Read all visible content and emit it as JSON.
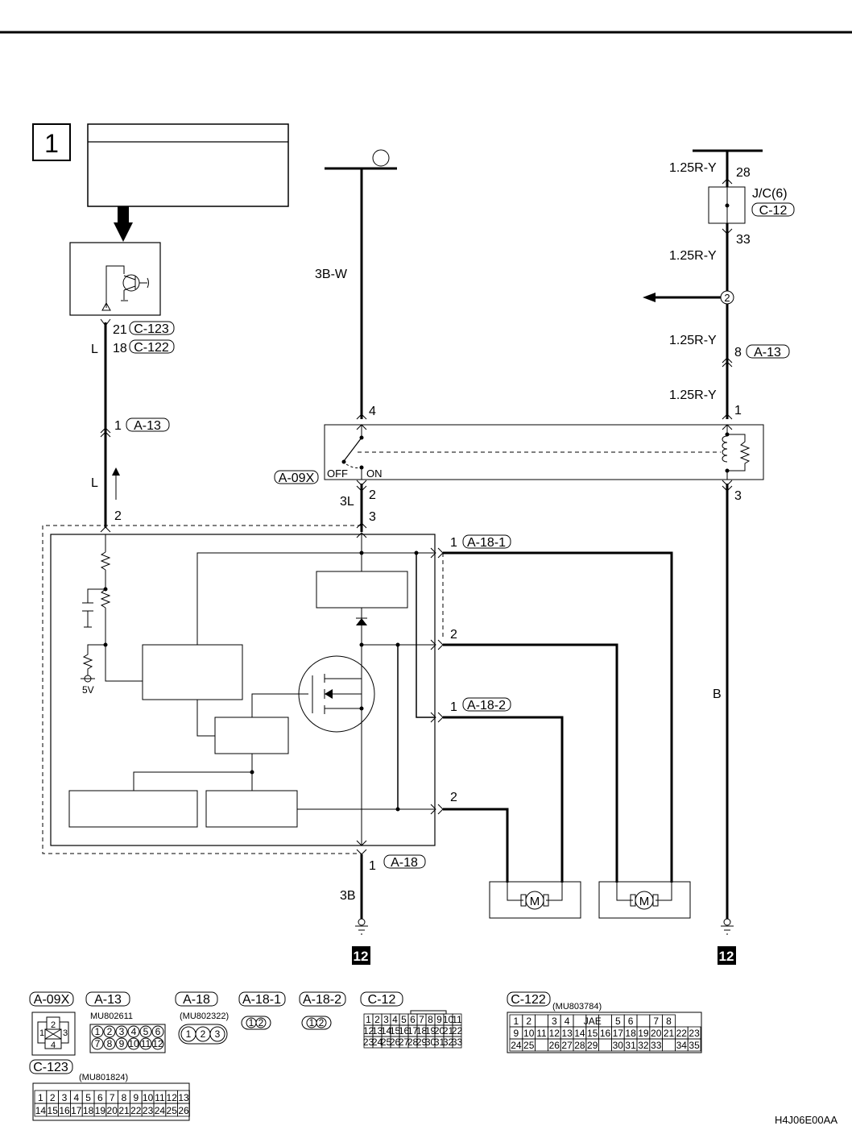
{
  "diagram": {
    "section_number": "1",
    "drawing_code": "H4J06E00AA",
    "ground_label": "12",
    "wires": {
      "top_left_color": "L",
      "left_mid_color": "L",
      "center_top_color": "3B-W",
      "center_mid_color": "3L",
      "center_bottom_color": "3B",
      "right_segments": [
        "1.25R-Y",
        "1.25R-Y",
        "1.25R-Y",
        "1.25R-Y"
      ],
      "right_bottom_color": "B"
    },
    "pins": {
      "c123_pin": "21",
      "c122_pin": "18",
      "a13_left_pin": "1",
      "module_in_pin": "2",
      "relay_sw_in": "4",
      "relay_sw_out": "2",
      "module_power_pin": "3",
      "a18_gnd_pin": "1",
      "a18_1_pin1": "1",
      "a18_1_pin2": "2",
      "a18_2_pin1": "1",
      "a18_2_pin2": "2",
      "jc_in": "28",
      "jc_out": "33",
      "a13_right_pin": "8",
      "relay_coil_in": "1",
      "relay_coil_out": "3"
    },
    "connectors": {
      "c123": "C-123",
      "c122": "C-122",
      "a13": "A-13",
      "a09x": "A-09X",
      "a18": "A-18",
      "a18_1": "A-18-1",
      "a18_2": "A-18-2",
      "c12": "C-12",
      "jc": "J/C(6)"
    },
    "switch": {
      "off": "OFF",
      "on": "ON"
    },
    "junction_ref": "2",
    "voltage_label": "5V",
    "motor_symbol": "M"
  },
  "legend": {
    "a09x": {
      "label": "A-09X",
      "pins": [
        "1",
        "2",
        "3",
        "4"
      ]
    },
    "a13": {
      "label": "A-13",
      "part": "MU802611",
      "pins": [
        "1",
        "2",
        "3",
        "4",
        "5",
        "6",
        "7",
        "8",
        "9",
        "10",
        "11",
        "12"
      ]
    },
    "a18": {
      "label": "A-18",
      "part": "(MU802322)",
      "pins": [
        "1",
        "2",
        "3"
      ]
    },
    "a18_1": {
      "label": "A-18-1",
      "pins": [
        "1",
        "2"
      ]
    },
    "a18_2": {
      "label": "A-18-2",
      "pins": [
        "1",
        "2"
      ]
    },
    "c12": {
      "label": "C-12",
      "rows": [
        [
          "1",
          "2",
          "3",
          "4",
          "5",
          "6",
          "7",
          "8",
          "9",
          "10",
          "11"
        ],
        [
          "12",
          "13",
          "14",
          "15",
          "16",
          "17",
          "18",
          "19",
          "20",
          "21",
          "22"
        ],
        [
          "23",
          "24",
          "25",
          "26",
          "27",
          "28",
          "29",
          "30",
          "31",
          "32",
          "33"
        ]
      ]
    },
    "c122": {
      "label": "C-122",
      "part": "(MU803784)",
      "brand": "JAE",
      "rows": [
        [
          "1",
          "2",
          "",
          "3",
          "4",
          "",
          "JAE",
          "",
          "5",
          "6",
          "",
          "7",
          "8"
        ],
        [
          "9",
          "10",
          "11",
          "12",
          "13",
          "14",
          "15",
          "16",
          "17",
          "18",
          "19",
          "20",
          "21",
          "22",
          "23"
        ],
        [
          "24",
          "25",
          "",
          "26",
          "27",
          "28",
          "29",
          "",
          "30",
          "31",
          "32",
          "33",
          "",
          "34",
          "35"
        ]
      ]
    },
    "c123": {
      "label": "C-123",
      "part": "(MU801824)",
      "rows": [
        [
          "1",
          "2",
          "3",
          "4",
          "5",
          "6",
          "7",
          "8",
          "9",
          "10",
          "11",
          "12",
          "13"
        ],
        [
          "14",
          "15",
          "16",
          "17",
          "18",
          "19",
          "20",
          "21",
          "22",
          "23",
          "24",
          "25",
          "26"
        ]
      ]
    }
  }
}
